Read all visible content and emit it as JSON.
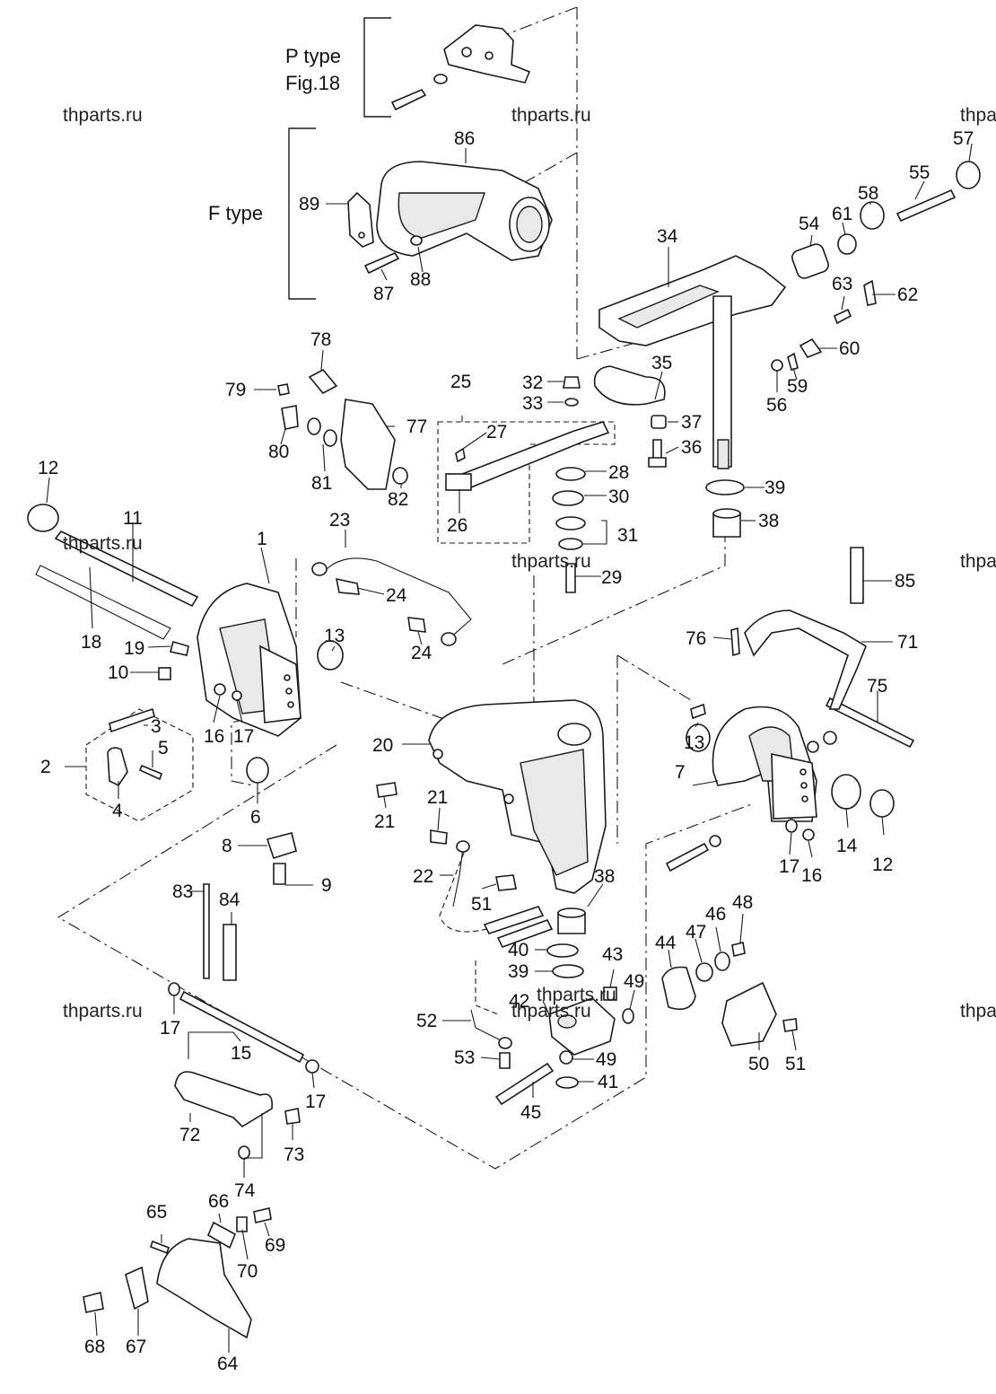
{
  "diagram": {
    "type_labels": {
      "p_type": "P type",
      "p_type_fig": "Fig.18",
      "f_type": "F type"
    },
    "watermarks": [
      "thparts.ru",
      "thparts.ru",
      "thparts.ru",
      "thparts.ru",
      "thparts.ru",
      "thparts.ru",
      "thparts.ru",
      "thparts.ru",
      "thparts.ru",
      "thparts.ru"
    ],
    "part_numbers": [
      "1",
      "2",
      "3",
      "4",
      "5",
      "6",
      "7",
      "8",
      "9",
      "10",
      "11",
      "12",
      "12",
      "13",
      "13",
      "14",
      "15",
      "16",
      "16",
      "17",
      "17",
      "17",
      "17",
      "18",
      "19",
      "20",
      "21",
      "21",
      "22",
      "23",
      "24",
      "24",
      "25",
      "26",
      "27",
      "28",
      "29",
      "30",
      "31",
      "32",
      "33",
      "34",
      "35",
      "36",
      "37",
      "38",
      "38",
      "39",
      "39",
      "40",
      "41",
      "42",
      "43",
      "44",
      "45",
      "46",
      "47",
      "48",
      "49",
      "49",
      "50",
      "51",
      "51",
      "52",
      "53",
      "54",
      "55",
      "56",
      "57",
      "58",
      "59",
      "60",
      "61",
      "62",
      "63",
      "64",
      "65",
      "66",
      "67",
      "68",
      "69",
      "70",
      "71",
      "72",
      "73",
      "74",
      "75",
      "76",
      "77",
      "78",
      "79",
      "80",
      "81",
      "82",
      "83",
      "84",
      "85",
      "86",
      "87",
      "88",
      "89"
    ]
  }
}
